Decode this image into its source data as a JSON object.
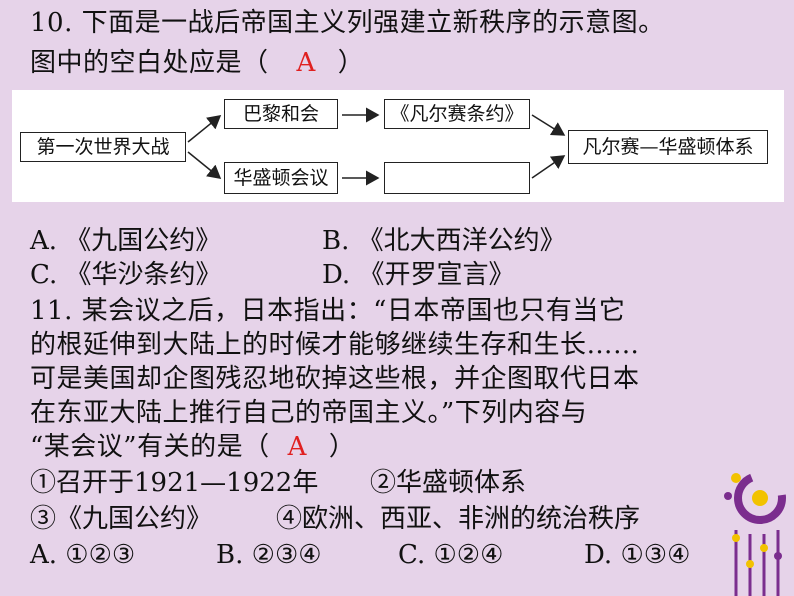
{
  "q10": {
    "line1": "10. 下面是一战后帝国主义列强建立新秩序的示意图。",
    "line2_prefix": "图中的空白处应是（",
    "answer": "A",
    "line2_suffix": "）",
    "diagram": {
      "start": "第一次世界大战",
      "top_mid": "巴黎和会",
      "top_right": "《凡尔赛条约》",
      "bottom_mid": "华盛顿会议",
      "bottom_right": "",
      "end": "凡尔赛—华盛顿体系"
    },
    "options": {
      "a": "A. 《九国公约》",
      "b": "B. 《北大西洋公约》",
      "c": "C. 《华沙条约》",
      "d": "D. 《开罗宣言》"
    }
  },
  "q11": {
    "lines": [
      "11. 某会议之后，日本指出：“日本帝国也只有当它",
      "的根延伸到大陆上的时候才能够继续生存和生长……",
      "可是美国却企图残忍地砍掉这些根，并企图取代日本",
      "在东亚大陆上推行自己的帝国主义。”下列内容与"
    ],
    "line5_prefix": "“某会议”有关的是（",
    "answer": "A",
    "line5_suffix": "）",
    "item1": "①召开于1921—1922年",
    "item2": "②华盛顿体系",
    "item3": "③《九国公约》",
    "item4": "④欧洲、西亚、非洲的统治秩序",
    "options": {
      "a": "A. ①②③",
      "b": "B. ②③④",
      "c": "C. ①②④",
      "d": "D. ①③④"
    }
  },
  "colors": {
    "background": "#e6d3e9",
    "answer": "#e02020",
    "logo_purple": "#7b2d8e",
    "logo_yellow": "#f2c200"
  }
}
